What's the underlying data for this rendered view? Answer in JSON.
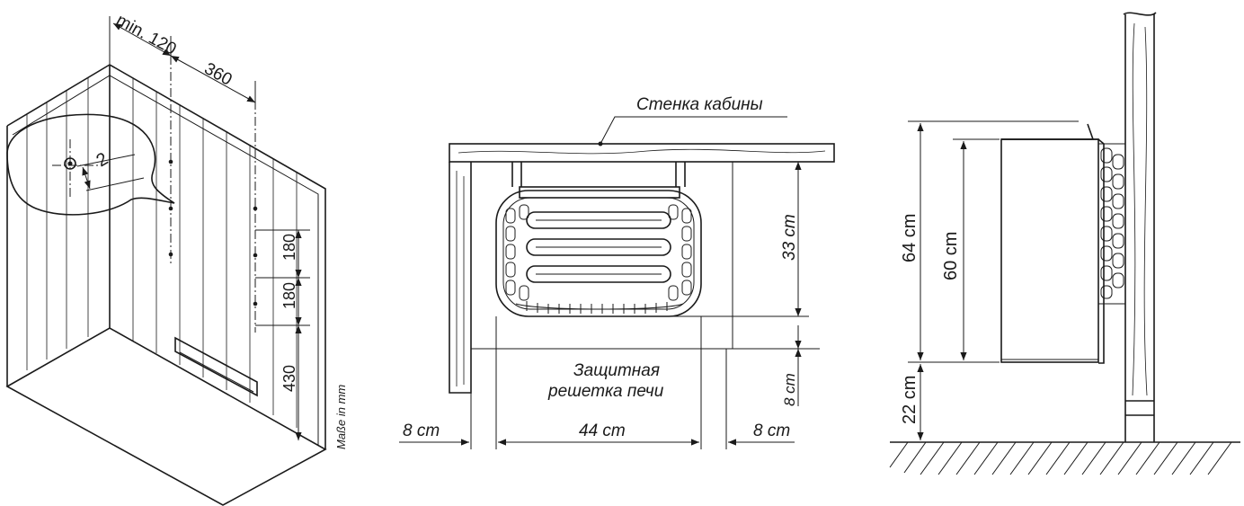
{
  "left": {
    "dim_top_min": "min. 120",
    "dim_top_span": "360",
    "detail_dim": "2",
    "dim_v1": "180",
    "dim_v2": "180",
    "dim_v3": "430",
    "units_note": "Maße in mm"
  },
  "middle": {
    "wall_label": "Стенка кабины",
    "dim_height": "33 cm",
    "guard_label_line1": "Защитная",
    "guard_label_line2": "решетка печи",
    "dim_side": "8 cm",
    "dim_left": "8 cm",
    "dim_width": "44 cm",
    "dim_right": "8 cm"
  },
  "right": {
    "dim_total": "64 cm",
    "dim_body": "60 cm",
    "dim_floor": "22 cm"
  }
}
